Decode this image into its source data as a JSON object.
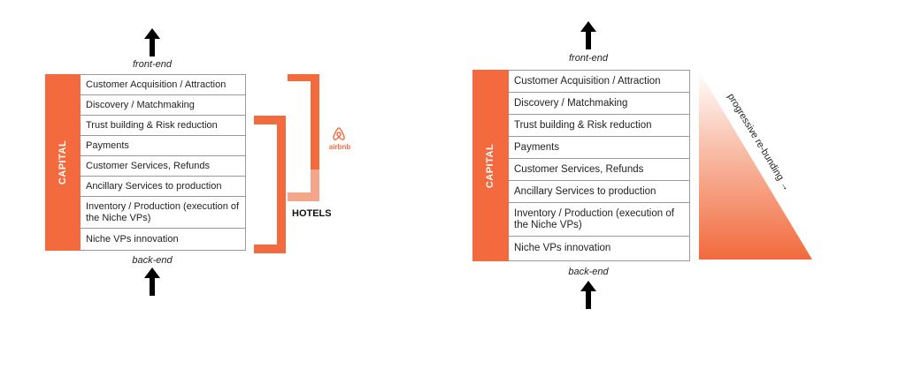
{
  "left_diagram": {
    "front_label": "front-end",
    "back_label": "back-end",
    "capital_label": "CAPITAL",
    "rows": [
      "Customer Acquisition / Attraction",
      "Discovery / Matchmaking",
      "Trust building & Risk reduction",
      "Payments",
      "Customer Services, Refunds",
      "Ancillary Services to production",
      "Inventory / Production (execution of the Niche VPs)",
      "Niche VPs innovation"
    ],
    "hotels_label": "HOTELS",
    "airbnb_label": "airbnb"
  },
  "right_diagram": {
    "front_label": "front-end",
    "back_label": "back-end",
    "capital_label": "CAPITAL",
    "rows": [
      "Customer Acquisition / Attraction",
      "Discovery / Matchmaking",
      "Trust building & Risk reduction",
      "Payments",
      "Customer Services, Refunds",
      "Ancillary Services to production",
      "Inventory / Production (execution of the Niche VPs)",
      "Niche VPs innovation"
    ],
    "gradient_label": "progressive re-bunding",
    "colors": {
      "accent": "#f26a3d",
      "accent_light": "#f5a58a"
    }
  }
}
